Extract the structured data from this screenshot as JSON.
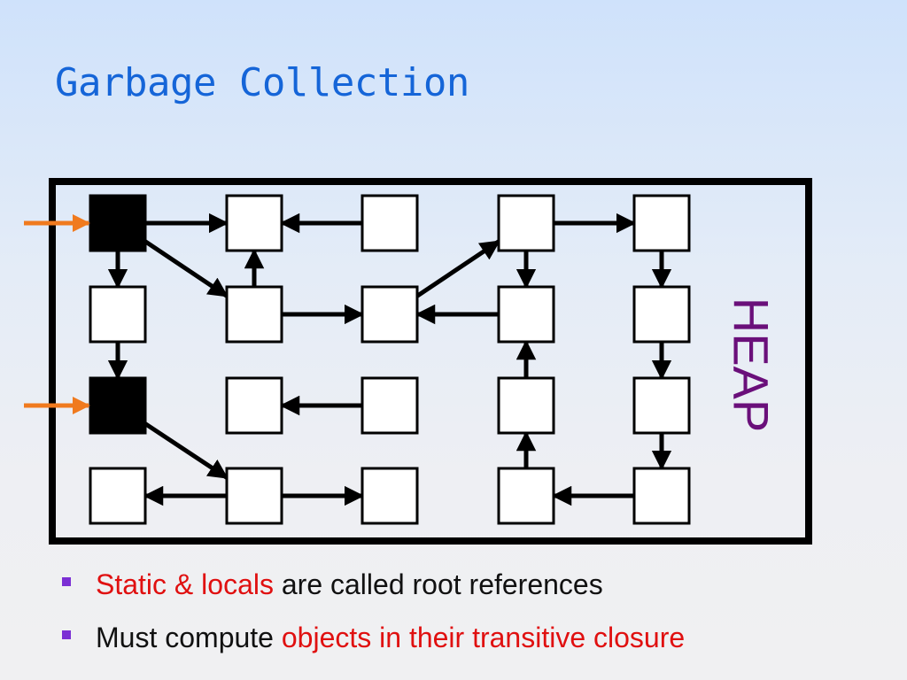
{
  "slide": {
    "title": "Garbage Collection",
    "heap_label": "HEAP"
  },
  "bullets": [
    {
      "highlight": "Static & locals",
      "text": " are called root references"
    },
    {
      "text": "Must compute ",
      "highlight": "objects in their transitive closure"
    }
  ],
  "colors": {
    "title": "#1565d8",
    "heap_label": "#6a0f7a",
    "highlight": "#e01010",
    "root_pointer": "#f07a1e",
    "bullet": "#7b2fd4"
  },
  "diagram": {
    "nodes": [
      {
        "id": "a1",
        "row": 0,
        "col": 0,
        "root": true
      },
      {
        "id": "a2",
        "row": 0,
        "col": 1
      },
      {
        "id": "a3",
        "row": 0,
        "col": 2
      },
      {
        "id": "a4",
        "row": 0,
        "col": 3
      },
      {
        "id": "a5",
        "row": 0,
        "col": 4
      },
      {
        "id": "b1",
        "row": 1,
        "col": 0
      },
      {
        "id": "b2",
        "row": 1,
        "col": 1
      },
      {
        "id": "b3",
        "row": 1,
        "col": 2
      },
      {
        "id": "b4",
        "row": 1,
        "col": 3
      },
      {
        "id": "b5",
        "row": 1,
        "col": 4
      },
      {
        "id": "c1",
        "row": 2,
        "col": 0,
        "root": true
      },
      {
        "id": "c2",
        "row": 2,
        "col": 1
      },
      {
        "id": "c3",
        "row": 2,
        "col": 2
      },
      {
        "id": "c4",
        "row": 2,
        "col": 3
      },
      {
        "id": "c5",
        "row": 2,
        "col": 4
      },
      {
        "id": "d1",
        "row": 3,
        "col": 0
      },
      {
        "id": "d2",
        "row": 3,
        "col": 1
      },
      {
        "id": "d3",
        "row": 3,
        "col": 2
      },
      {
        "id": "d4",
        "row": 3,
        "col": 3
      },
      {
        "id": "d5",
        "row": 3,
        "col": 4
      }
    ],
    "edges": [
      {
        "from": "a1",
        "to": "a2"
      },
      {
        "from": "a1",
        "to": "b1"
      },
      {
        "from": "a1",
        "to": "b2"
      },
      {
        "from": "a3",
        "to": "a2"
      },
      {
        "from": "b2",
        "to": "a2"
      },
      {
        "from": "b2",
        "to": "b3"
      },
      {
        "from": "b3",
        "to": "a4"
      },
      {
        "from": "b4",
        "to": "b3"
      },
      {
        "from": "a4",
        "to": "b4"
      },
      {
        "from": "a4",
        "to": "a5"
      },
      {
        "from": "a5",
        "to": "b5"
      },
      {
        "from": "b1",
        "to": "c1"
      },
      {
        "from": "c1",
        "to": "d2"
      },
      {
        "from": "c3",
        "to": "c2"
      },
      {
        "from": "c4",
        "to": "b4"
      },
      {
        "from": "d4",
        "to": "c4"
      },
      {
        "from": "b5",
        "to": "c5"
      },
      {
        "from": "c5",
        "to": "d5"
      },
      {
        "from": "d2",
        "to": "d1"
      },
      {
        "from": "d2",
        "to": "d3"
      },
      {
        "from": "d5",
        "to": "d4"
      }
    ],
    "root_pointers": [
      "a1",
      "c1"
    ]
  }
}
